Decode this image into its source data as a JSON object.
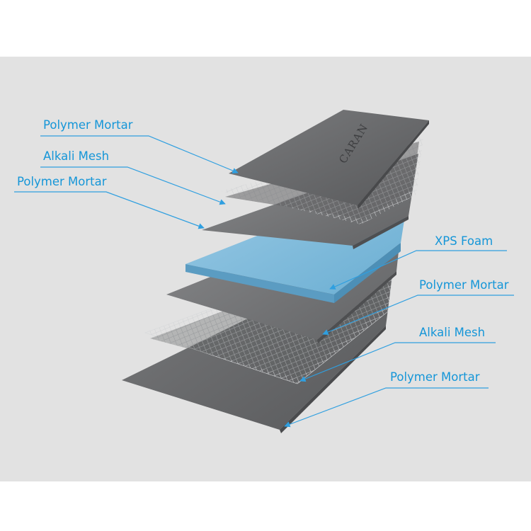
{
  "colors": {
    "label": "#1596d8",
    "leader": "#2f9fe0",
    "panel_bg": "#e2e2e2",
    "mortar": "#6a6b6d",
    "foam": "#7ab8d8"
  },
  "brand_mark": "CARAN",
  "labels": {
    "left": [
      "Polymer Mortar",
      "Alkali Mesh",
      "Polymer Mortar"
    ],
    "right": [
      "XPS Foam",
      "Polymer Mortar",
      "Alkali Mesh",
      "Polymer Mortar"
    ]
  }
}
